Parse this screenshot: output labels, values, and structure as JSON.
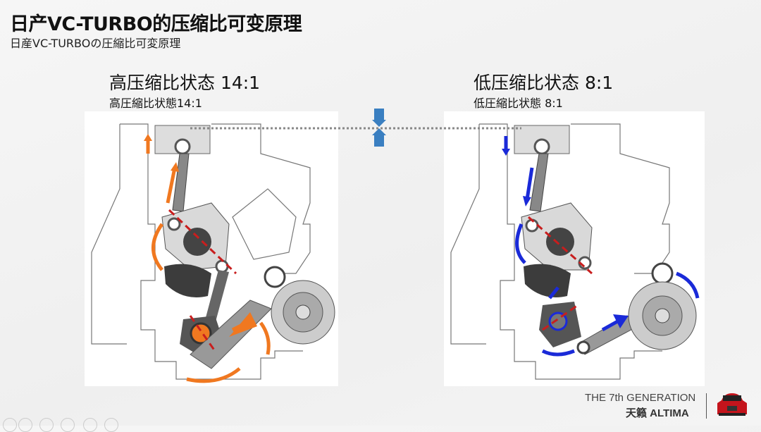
{
  "header": {
    "title": "日产VC-TURBO的压缩比可变原理",
    "subtitle": "日産VC-TURBOの圧縮比可変原理"
  },
  "left_panel": {
    "title": "高压缩比状态 14:1",
    "subtitle": "高圧縮比状態14:1",
    "arrow_color": "#f07820"
  },
  "right_panel": {
    "title": "低压缩比状态 8:1",
    "subtitle": "低圧縮比状態 8:1",
    "arrow_color": "#1a2ad8"
  },
  "marker_color": "#3a7fc1",
  "brand": {
    "line1": "THE 7th GENERATION",
    "line2": "天籁 ALTIMA"
  },
  "slideshow_controls": [
    "previous-icon",
    "pointer-icon",
    "pen-icon",
    "slides-icon",
    "zoom-icon",
    "more-icon"
  ]
}
